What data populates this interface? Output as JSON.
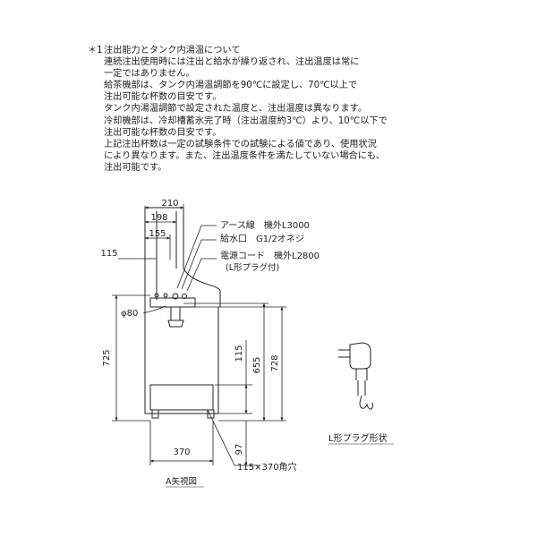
{
  "notes": {
    "mark": "＊1",
    "header": "注出能力とタンク内湯温について",
    "lines": [
      "連続注出使用時には注出と給水が繰り返され、注出温度は常に",
      "一定ではありません。",
      "給茶機部は、タンク内湯温調節を90℃に設定し、70℃以上で",
      "注出可能な杯数の目安です。",
      "タンク内湯温調節で設定された温度と、注出温度は異なります。",
      "冷却機部は、冷却槽蓄氷完了時（注出温度約3℃）より、10℃以下で",
      "注出可能な杯数の目安です。",
      "上記注出杯数は一定の試験条件での試験による値であり、使用状況",
      "により異なります。また、注出温度条件を満たしていない場合にも、",
      "注出可能です。"
    ]
  },
  "drawing": {
    "dims": {
      "d210": "210",
      "d198": "198",
      "d155": "155",
      "d115_top": "115",
      "d725": "725",
      "d115_mid": "115",
      "d655": "655",
      "d728": "728",
      "d370": "370",
      "d97": "97",
      "phi80": "φ80"
    },
    "callouts": {
      "earth": "アース線　機外L3000",
      "inlet": "給水口　G1/2オネジ",
      "cord": "電源コード　機外L2800",
      "plug_note": "(L形プラグ付)",
      "hole": "115×370角穴"
    },
    "view_label": "A矢視図",
    "plug_label": "L形プラグ形状"
  }
}
